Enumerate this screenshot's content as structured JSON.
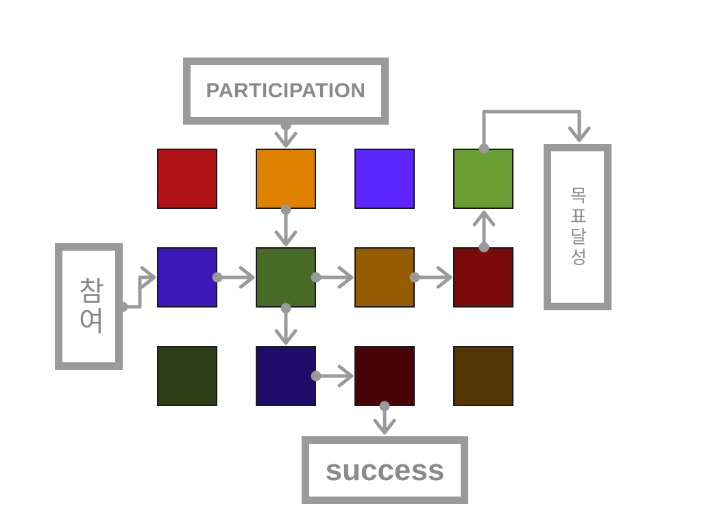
{
  "labels": {
    "top": "PARTICIPATION",
    "left": "참여",
    "right": "목표달성",
    "bottom": "success"
  },
  "colors": {
    "connector": "#9a9a9a",
    "border": "#1a1a1a"
  },
  "grid": [
    [
      "#b01217",
      "#de8200",
      "#5c27fe",
      "#6a9d33"
    ],
    [
      "#3e17b8",
      "#476b26",
      "#955c03",
      "#7c0a0b"
    ],
    [
      "#2c3e16",
      "#200c6a",
      "#470407",
      "#553403"
    ]
  ]
}
